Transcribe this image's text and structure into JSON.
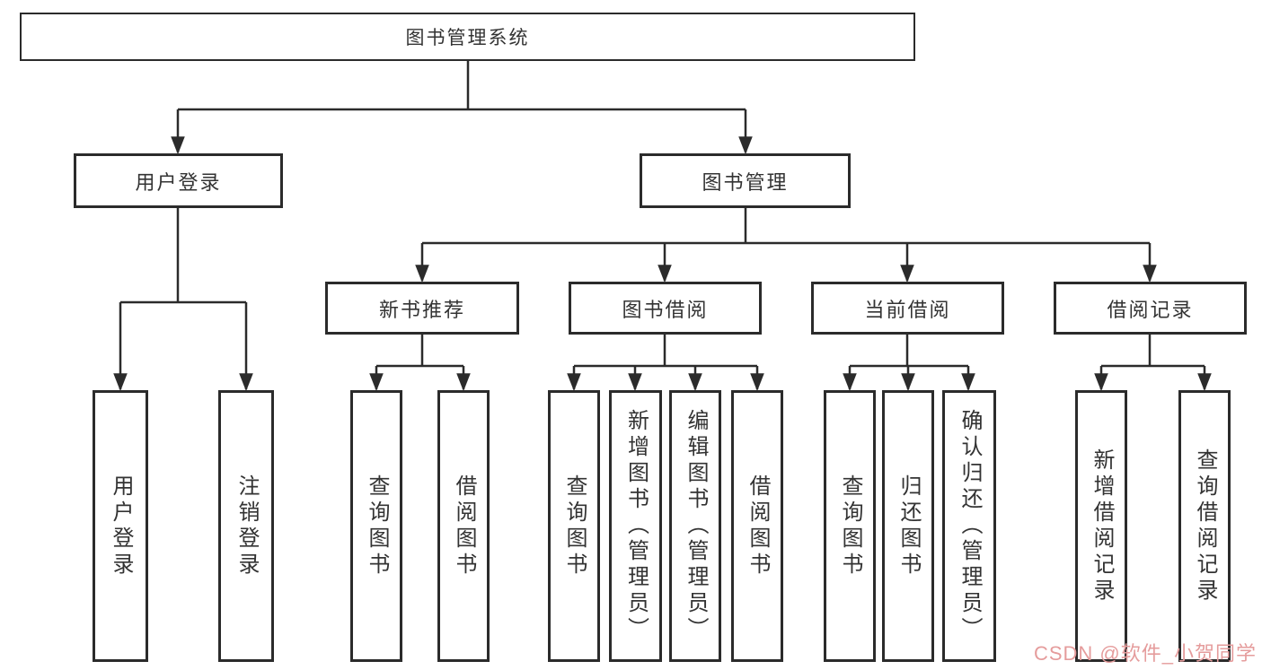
{
  "diagram_title": "图书管理系统",
  "tree": {
    "label": "图书管理系统",
    "children": [
      {
        "label": "用户登录",
        "children": [
          {
            "label": "用户登录"
          },
          {
            "label": "注销登录"
          }
        ]
      },
      {
        "label": "图书管理",
        "children": [
          {
            "label": "新书推荐",
            "children": [
              {
                "label": "查询图书"
              },
              {
                "label": "借阅图书"
              }
            ]
          },
          {
            "label": "图书借阅",
            "children": [
              {
                "label": "查询图书"
              },
              {
                "label": "新增图书（管理员）"
              },
              {
                "label": "编辑图书（管理员）"
              },
              {
                "label": "借阅图书"
              }
            ]
          },
          {
            "label": "当前借阅",
            "children": [
              {
                "label": "查询图书"
              },
              {
                "label": "归还图书"
              },
              {
                "label": "确认归还（管理员）"
              }
            ]
          },
          {
            "label": "借阅记录",
            "children": [
              {
                "label": "新增借阅记录"
              },
              {
                "label": "查询借阅记录"
              }
            ]
          }
        ]
      }
    ]
  },
  "watermark": {
    "text": "CSDN @软件_小贺同学",
    "color": "#e59c9c"
  },
  "colors": {
    "line": "#2b2b2b",
    "box_border": "#2b2b2b",
    "box_fill": "#ffffff",
    "text": "#333333",
    "background": "#ffffff"
  }
}
